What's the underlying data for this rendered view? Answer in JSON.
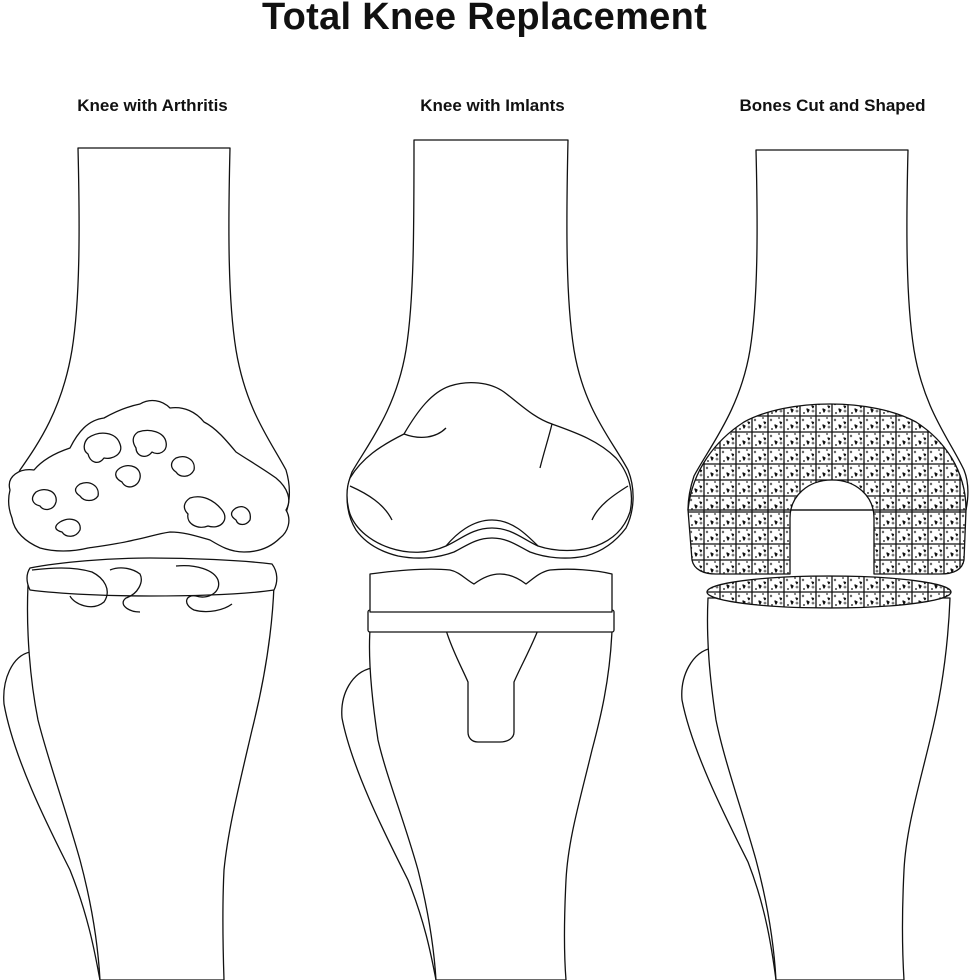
{
  "title": "Total Knee Replacement",
  "panels": [
    {
      "label": "Knee with Arthritis"
    },
    {
      "label": "Knee with Imlants"
    },
    {
      "label": "Bones Cut and Shaped"
    }
  ],
  "colors": {
    "line": "#111111",
    "background": "#ffffff"
  }
}
